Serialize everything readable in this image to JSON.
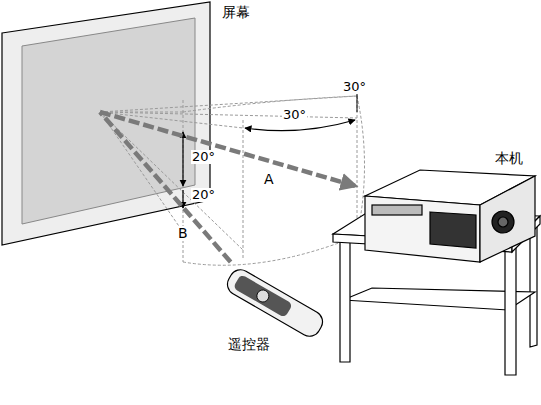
{
  "diagram": {
    "nodes": [
      {
        "text": [
          "屏幕"
        ]
      },
      {
        "text": [
          "本机"
        ]
      },
      {
        "text": [
          "遥控器"
        ]
      }
    ],
    "edges": [
      {
        "from": 0,
        "to": 1,
        "arrow": "to",
        "label": "A"
      },
      {
        "from": 2,
        "to": 0,
        "arrow": "none",
        "label": "B"
      }
    ],
    "labels": [
      "30°",
      "30°",
      "20°",
      "20°"
    ]
  }
}
